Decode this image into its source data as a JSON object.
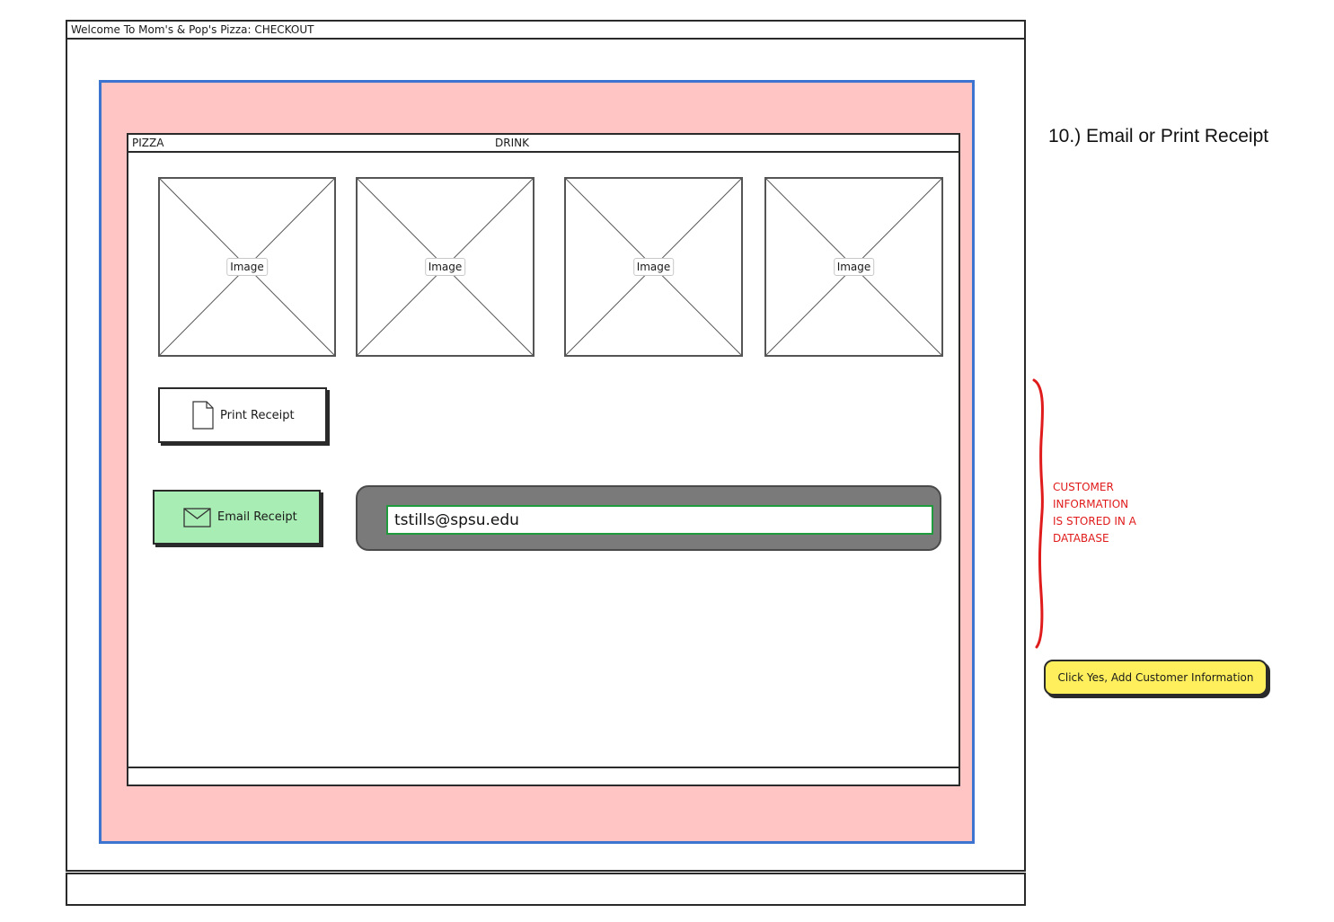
{
  "window": {
    "title": "Welcome To Mom's & Pop's Pizza: CHECKOUT"
  },
  "tabs": [
    {
      "label": "PIZZA"
    },
    {
      "label": "DRINK"
    }
  ],
  "images": [
    {
      "label": "Image"
    },
    {
      "label": "Image"
    },
    {
      "label": "Image"
    },
    {
      "label": "Image"
    }
  ],
  "buttons": {
    "print_receipt": "Print Receipt",
    "email_receipt": "Email Receipt"
  },
  "email_field": {
    "value": "tstills@spsu.edu"
  },
  "annotations": {
    "step_heading": "10.) Email or Print Receipt",
    "database_note": [
      "CUSTOMER",
      "INFORMATION",
      "IS STORED IN A",
      "DATABASE"
    ],
    "add_customer_button": "Click Yes, Add Customer Information"
  },
  "colors": {
    "panel_background": "#ffc4c4",
    "panel_border": "#3d74d0",
    "email_button": "#a8eeb4",
    "email_field_border": "#1f9a3c",
    "note_text": "#e01b1b",
    "yellow_button": "#ffef5c"
  },
  "icons": {
    "print": "document-icon",
    "email": "envelope-icon"
  }
}
